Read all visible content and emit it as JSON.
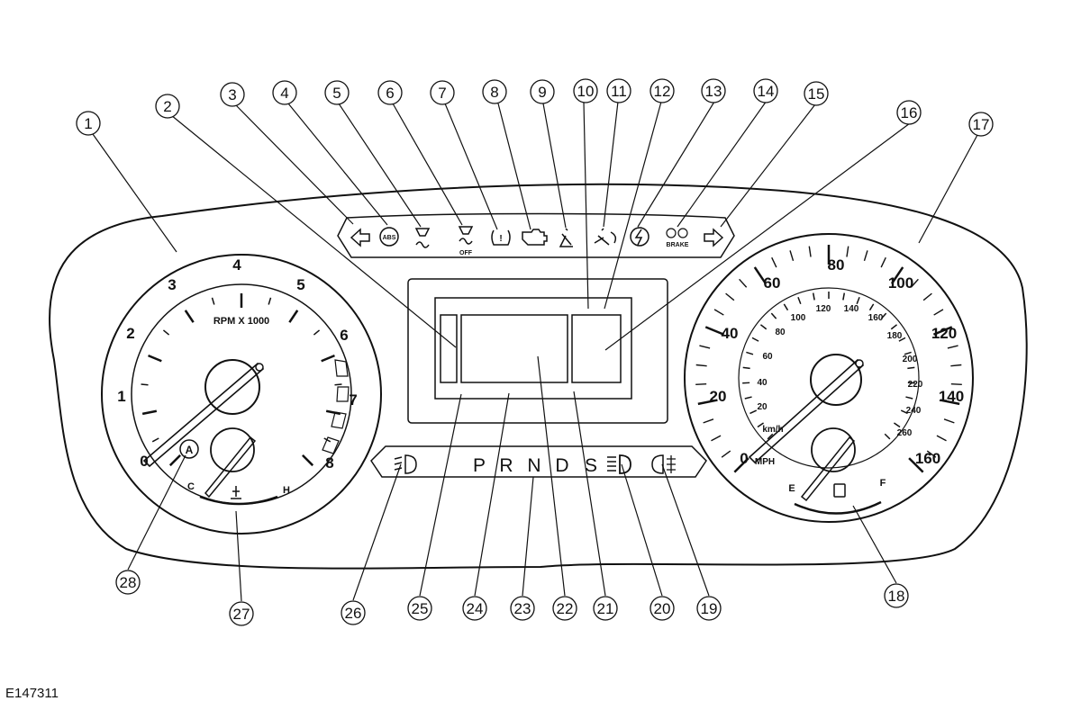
{
  "figure": {
    "reference_code": "E147311"
  },
  "callouts": [
    "1",
    "2",
    "3",
    "4",
    "5",
    "6",
    "7",
    "8",
    "9",
    "10",
    "11",
    "12",
    "13",
    "14",
    "15",
    "16",
    "17",
    "18",
    "19",
    "20",
    "21",
    "22",
    "23",
    "24",
    "25",
    "26",
    "27",
    "28"
  ],
  "tachometer": {
    "scale_labels": [
      "0",
      "1",
      "2",
      "3",
      "4",
      "5",
      "6",
      "7",
      "8"
    ],
    "unit_label": "RPM X 1000"
  },
  "temperature_gauge": {
    "cold_label": "C",
    "hot_label": "H"
  },
  "speedometer": {
    "mph_labels": [
      "0",
      "20",
      "40",
      "60",
      "80",
      "100",
      "120",
      "140",
      "160"
    ],
    "kmh_labels": [
      "20",
      "40",
      "60",
      "80",
      "100",
      "120",
      "140",
      "160",
      "180",
      "200",
      "220",
      "240",
      "260"
    ],
    "mph_unit": "MPH",
    "kmh_unit": "km/h"
  },
  "fuel_gauge": {
    "empty_label": "E",
    "full_label": "F"
  },
  "warning_strip": {
    "abs_label": "ABS",
    "off_label": "OFF",
    "brake_label": "BRAKE"
  },
  "gear_selector": {
    "gears": [
      "P",
      "R",
      "N",
      "D",
      "S"
    ]
  },
  "icons": [
    "left-turn-arrow-icon",
    "abs-warning-icon",
    "stability-control-icon",
    "stability-control-off-icon",
    "tire-pressure-icon",
    "engine-check-icon",
    "seatbelt-icon",
    "airbag-icon",
    "powertrain-fault-icon",
    "brake-warning-icon",
    "right-turn-arrow-icon",
    "front-fog-lamp-icon",
    "headlamp-icon",
    "rear-fog-lamp-icon",
    "auto-start-stop-icon",
    "coolant-temp-icon",
    "fuel-pump-icon"
  ]
}
